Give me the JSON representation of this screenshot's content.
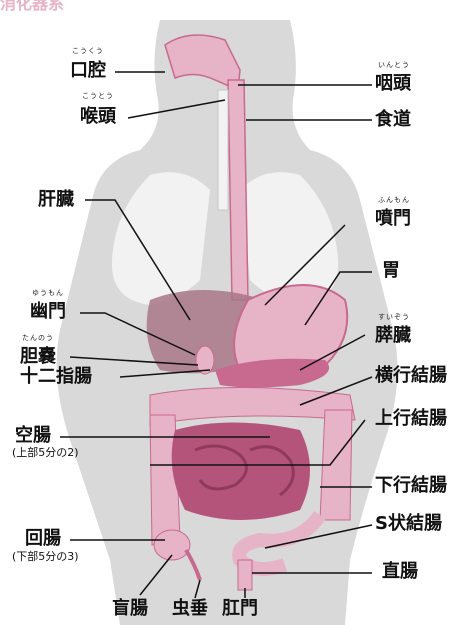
{
  "title": "消化器系",
  "labels": {
    "kokuu": "口腔",
    "kokuu_ruby": "こうくう",
    "intou": "咽頭",
    "intou_ruby": "いんとう",
    "koutou": "喉頭",
    "koutou_ruby": "こうとう",
    "shokudou": "食道",
    "kanzou": "肝臓",
    "funmon": "噴門",
    "funmon_ruby": "ふんもん",
    "i": "胃",
    "yuumon": "幽門",
    "yuumon_ruby": "ゆうもん",
    "suizou": "膵臓",
    "suizou_ruby": "すいぞう",
    "tannou": "胆嚢",
    "tannou_ruby": "たんのう",
    "juunishichou": "十二指腸",
    "oukoukecchou": "横行結腸",
    "jouchou": "空腸",
    "jouchou_note": "(上部5分の2)",
    "joukoukecchou": "上行結腸",
    "kakoukecchou": "下行結腸",
    "kaichou": "回腸",
    "kaichou_note": "(下部5分の3)",
    "sjoukecchou": "S状結腸",
    "chokuchou": "直腸",
    "mouchou": "盲腸",
    "chuusui": "虫垂",
    "koumon": "肛門"
  },
  "colors": {
    "body": "#d9d9d9",
    "organ": "#e7b3c6",
    "organ_dark": "#c86a8f",
    "intestine": "#b5547a",
    "lung": "#f0f0f0",
    "liver": "#a87687"
  }
}
